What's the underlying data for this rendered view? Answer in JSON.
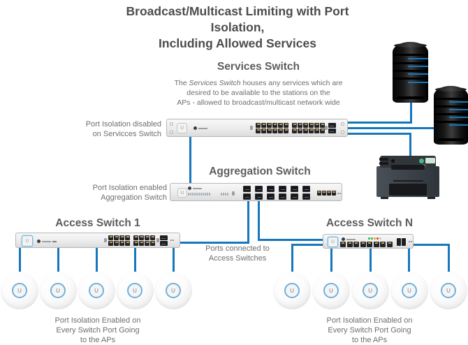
{
  "title": "Broadcast/Multicast Limiting with Port Isolation,\nIncluding Allowed Services",
  "colors": {
    "line": "#1577bc",
    "device_accent": "#7ab8e0",
    "title_text": "#4c4c4c",
    "body_text": "#6e6e6e"
  },
  "services_switch": {
    "heading": "Services Switch",
    "description_prefix": "The ",
    "description_italic": "Services Switch",
    "description_suffix": " houses any services which are\ndesired to be available to the stations on the\nAPs - allowed to broadcast/multicast network wide",
    "side_label": "Port Isolation disabled\non Servicces Switch",
    "ports": 24,
    "sfp": 2
  },
  "aggregation_switch": {
    "heading": "Aggregation Switch",
    "side_label": "Port Isolation enabled\nAggregation Switch",
    "sfp": 12,
    "ports": 4
  },
  "access_switch_1": {
    "heading": "Access Switch 1",
    "ports": 16,
    "sfp": 2
  },
  "access_switch_n": {
    "heading": "Access Switch N",
    "ports": 8,
    "sfp": 2
  },
  "connector_label": "Ports connected to\nAccess Switches",
  "ap_left": {
    "count": 5,
    "label": "Port Isolation Enabled on\nEvery Switch Port Going\nto the APs"
  },
  "ap_right": {
    "count": 5,
    "label": "Port Isolation Enabled on\nEvery Switch Port Going\nto the APs"
  },
  "ap_logo": "U",
  "devices": {
    "servers": 2,
    "printers": 1
  }
}
